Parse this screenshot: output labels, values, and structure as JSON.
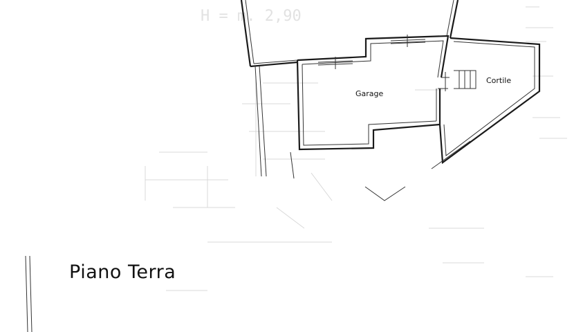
{
  "drawing": {
    "title": "Piano Terra",
    "rooms": {
      "garage": "Garage",
      "cortile": "Cortile"
    },
    "ghost_text": "H = m. 2,90"
  }
}
